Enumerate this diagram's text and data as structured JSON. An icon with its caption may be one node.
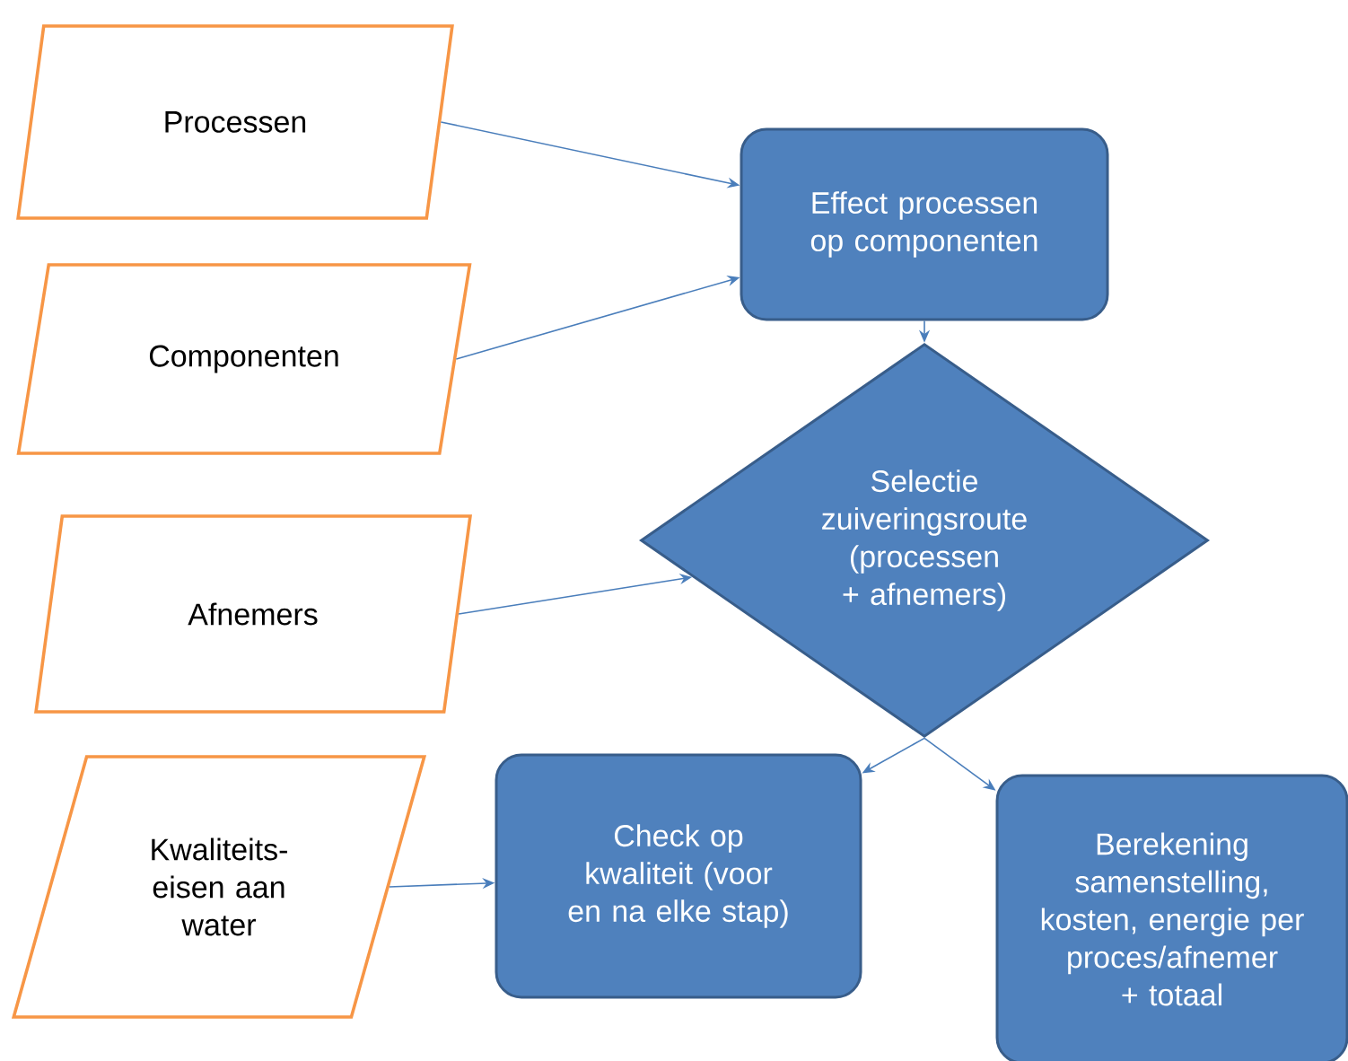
{
  "diagram": {
    "nodes": [
      {
        "text": [
          "Processen"
        ]
      },
      {
        "text": [
          "Componenten"
        ]
      },
      {
        "text": [
          "Afnemers"
        ]
      },
      {
        "text": [
          "Kwaliteits-eisen aan water"
        ]
      },
      {
        "text": [
          "Effect processen op componenten"
        ]
      },
      {
        "text": [
          "Selectie zuiveringsroute (processen + afnemers)"
        ]
      },
      {
        "text": [
          "Check op kwaliteit (voor en na elke stap)"
        ]
      },
      {
        "text": [
          "Berekening samenstelling, kosten, energie per proces/afnemer + totaal"
        ]
      }
    ],
    "edges": [
      {
        "from": 0,
        "to": 4,
        "arrow": "to"
      },
      {
        "from": 1,
        "to": 4,
        "arrow": "to"
      },
      {
        "from": 4,
        "to": 5,
        "arrow": "to"
      },
      {
        "from": 2,
        "to": 5,
        "arrow": "to"
      },
      {
        "from": 3,
        "to": 6,
        "arrow": "to"
      },
      {
        "from": 5,
        "to": 6,
        "arrow": "to"
      },
      {
        "from": 5,
        "to": 7,
        "arrow": "to"
      }
    ]
  }
}
